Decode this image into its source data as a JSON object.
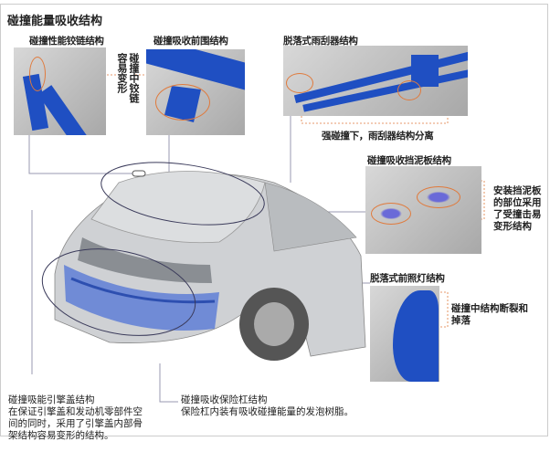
{
  "title": "碰撞能量吸收结构",
  "panels": {
    "hinge": {
      "label": "碰撞性能铰链结构",
      "note": "碰撞中铰链容易变形"
    },
    "cowl": {
      "label": "碰撞吸收前围结构"
    },
    "wiper": {
      "label": "脱落式雨刮器结构",
      "note": "强碰撞下，雨刮器结构分离"
    },
    "fender": {
      "label": "碰撞吸收挡泥板结构",
      "note": "安装挡泥板的部位采用了受撞击易变形结构"
    },
    "headlamp": {
      "label": "脱落式前照灯结构",
      "note": "碰撞中结构断裂和掉落"
    }
  },
  "bottom": {
    "hood": {
      "heading": "碰撞吸能引擎盖结构",
      "body": "在保证引擎盖和发动机零部件空间的同时，采用了引擎盖内部骨架结构容易变形的结构。"
    },
    "bumper": {
      "heading": "碰撞吸收保险杠结构",
      "body": "保险杠内装有吸收碰撞能量的发泡树脂。"
    }
  },
  "colors": {
    "accent": "#1f4fc2",
    "highlight": "#e07a3c"
  }
}
